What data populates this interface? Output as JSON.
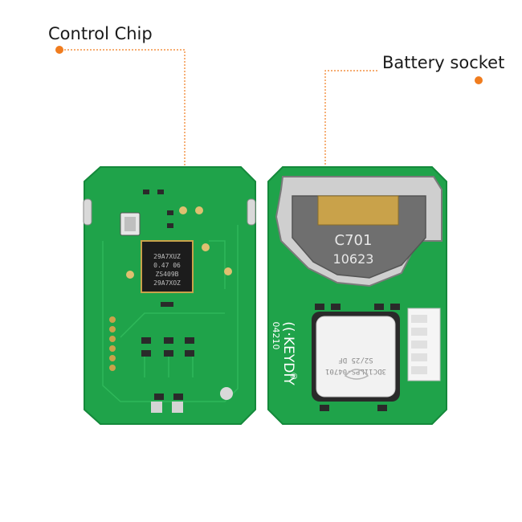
{
  "callouts": {
    "control_chip": "Control Chip",
    "battery_socket": "Battery socket"
  },
  "chip_markings": [
    "29A7XUZ",
    "0.47 06",
    "ZS409B",
    "29A7XOZ"
  ],
  "battery_markings": [
    "C701",
    "10623"
  ],
  "module_markings": [
    "3DC11LPS-04701",
    "S2/25 DF"
  ],
  "brand": {
    "name": "((·KEYDIY",
    "code": "04210",
    "registered": "®"
  },
  "colors": {
    "pcb": "#1fa34a",
    "pcb_dark": "#14893b",
    "trace": "#2fb85a",
    "pad": "#c9a24a",
    "callout_dot": "#f07c1e",
    "callout_line": "#f07c1e"
  }
}
